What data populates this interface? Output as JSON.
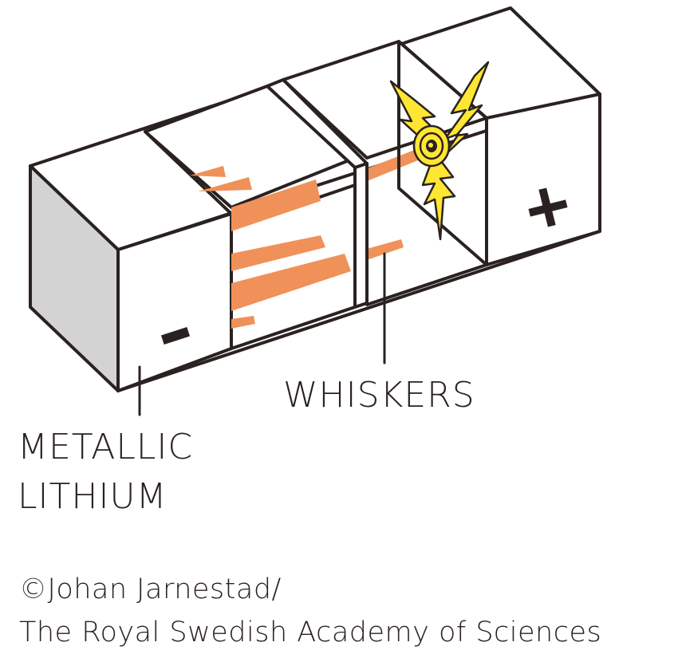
{
  "labels": {
    "whiskers": "WHISKERS",
    "metallic_lithium_line1": "METALLIC",
    "metallic_lithium_line2": "LITHIUM"
  },
  "terminals": {
    "negative": "–",
    "positive": "+"
  },
  "credit": {
    "line1": "©Johan Jarnestad/",
    "line2": "The Royal Swedish Academy of Sciences"
  },
  "colors": {
    "outline": "#2a2220",
    "side_face": "#d3d3d3",
    "whisker": "#f0915a",
    "spark": "#ffe633",
    "background": "#ffffff"
  }
}
